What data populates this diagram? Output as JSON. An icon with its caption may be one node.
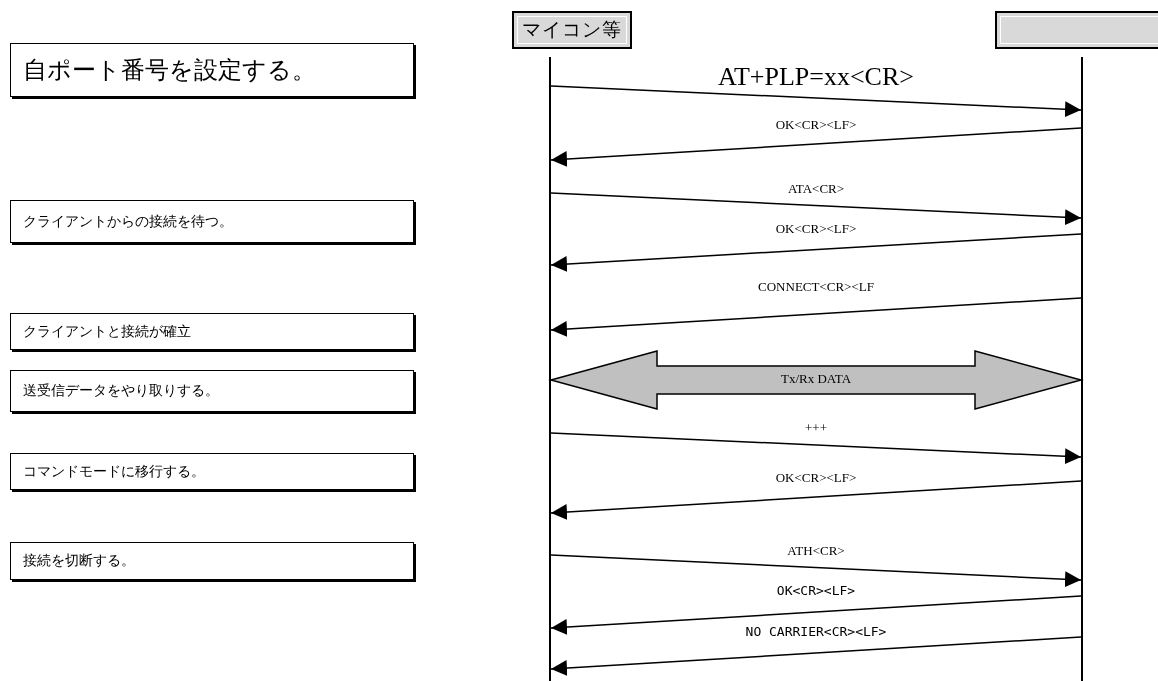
{
  "diagram": {
    "nodes": [
      {
        "text": [
          "マイコン等"
        ]
      },
      {
        "text": [],
        "shape": "box"
      },
      {
        "text": [],
        "shape": "bar"
      },
      {
        "text": [],
        "shape": "bar"
      },
      {
        "text": [
          "自ポート番号を設定する。"
        ]
      },
      {
        "text": [
          "クライアントからの接続を待つ。"
        ]
      },
      {
        "text": [
          "クライアントと接続が確立"
        ]
      },
      {
        "text": [
          "送受信データをやり取りする。"
        ]
      },
      {
        "text": [
          "コマンドモードに移行する。"
        ]
      },
      {
        "text": [
          "接続を切断する。"
        ]
      }
    ],
    "edges": [
      {
        "from": 2,
        "to": 3,
        "arrow": "to",
        "label": "AT+PLP=xx<CR>"
      },
      {
        "from": 3,
        "to": 2,
        "arrow": "to",
        "label": "OK<CR><LF>"
      },
      {
        "from": 2,
        "to": 3,
        "arrow": "to",
        "label": "ATA<CR>"
      },
      {
        "from": 3,
        "to": 2,
        "arrow": "to",
        "label": "OK<CR><LF>"
      },
      {
        "from": 3,
        "to": 2,
        "arrow": "to",
        "label": "CONNECT<CR><LF"
      },
      {
        "from": 2,
        "to": 3,
        "arrow": "both",
        "label": "Tx/Rx DATA",
        "style": "thick"
      },
      {
        "from": 2,
        "to": 3,
        "arrow": "to",
        "label": "+++"
      },
      {
        "from": 3,
        "to": 2,
        "arrow": "to",
        "label": "OK<CR><LF>"
      },
      {
        "from": 2,
        "to": 3,
        "arrow": "to",
        "label": "ATH<CR>"
      },
      {
        "from": 3,
        "to": 2,
        "arrow": "to",
        "label": "OK<CR><LF>"
      },
      {
        "from": 3,
        "to": 2,
        "arrow": "to",
        "label": "NO CARRIER<CR><LF>"
      }
    ]
  }
}
